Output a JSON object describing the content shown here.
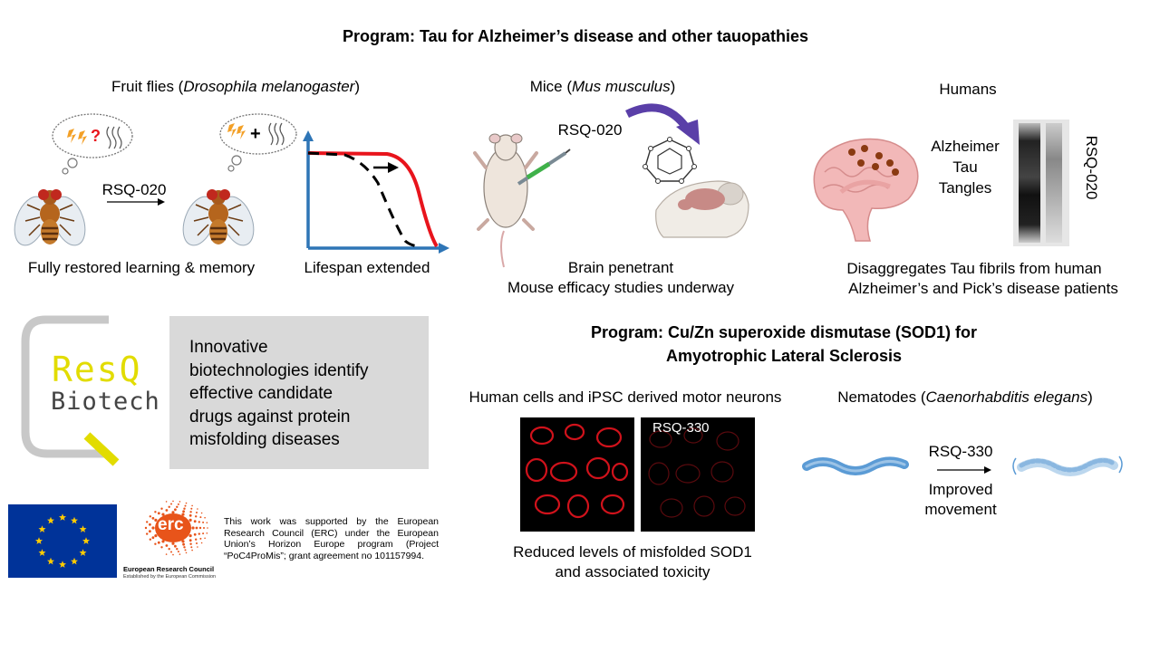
{
  "tau_program": {
    "title": "Program: Tau for Alzheimer’s disease and other tauopathies",
    "flies": {
      "header_prefix": "Fruit flies (",
      "header_species": "Drosophila melanogaster",
      "header_suffix": ")",
      "compound": "RSQ-020",
      "caption_memory": "Fully restored learning & memory",
      "caption_lifespan": "Lifespan extended",
      "thought_bad_symbol": "?",
      "thought_good_symbol": "+"
    },
    "mice": {
      "header_prefix": "Mice (",
      "header_species": "Mus musculus",
      "header_suffix": ")",
      "compound": "RSQ-020",
      "caption_line1": "Brain penetrant",
      "caption_line2": "Mouse efficacy studies underway"
    },
    "humans": {
      "header": "Humans",
      "tangle_line1": "Alzheimer",
      "tangle_line2": "Tau",
      "tangle_line3": "Tangles",
      "blot_label": "RSQ-020",
      "caption_line1": "Disaggregates Tau fibrils from human",
      "caption_line2": "Alzheimer’s and Pick’s disease patients"
    }
  },
  "company": {
    "logo_line1": "ResQ",
    "logo_line2": "Biotech",
    "description_line1": "Innovative",
    "description_line2": "biotechnologies identify",
    "description_line3": "effective candidate",
    "description_line4": "drugs against protein",
    "description_line5": "misfolding diseases"
  },
  "sod1_program": {
    "title_line1": "Program: Cu/Zn superoxide dismutase (SOD1) for",
    "title_line2": "Amyotrophic Lateral Sclerosis",
    "cells": {
      "header": "Human cells and iPSC derived motor neurons",
      "treated_label": "RSQ-330",
      "caption_line1": "Reduced levels of misfolded SOD1",
      "caption_line2": "and associated toxicity"
    },
    "worms": {
      "header_prefix": "Nematodes (",
      "header_species": "Caenorhabditis elegans",
      "header_suffix": ")",
      "compound": "RSQ-330",
      "caption_line1": "Improved",
      "caption_line2": "movement"
    }
  },
  "funding": {
    "erc_logo_text": "erc",
    "erc_name": "European Research Council",
    "erc_sub": "Established by the European Commission",
    "acknowledgement": "This work was supported by the European Research Council (ERC) under the European Union’s Horizon Europe program (Project “PoC4ProMis”; grant agreement no 101157994."
  },
  "colors": {
    "lifespan_red": "#e8141c",
    "axis_blue": "#2e75b6",
    "logo_yellow": "#e2dc00",
    "logo_grey": "#c8c8c8",
    "eu_blue": "#003399",
    "eu_star": "#ffcc00",
    "erc_orange": "#e8541a",
    "cell_red": "#d0121b",
    "worm_blue": "#5b9bd5",
    "arrow_purple": "#5a3fa8"
  }
}
